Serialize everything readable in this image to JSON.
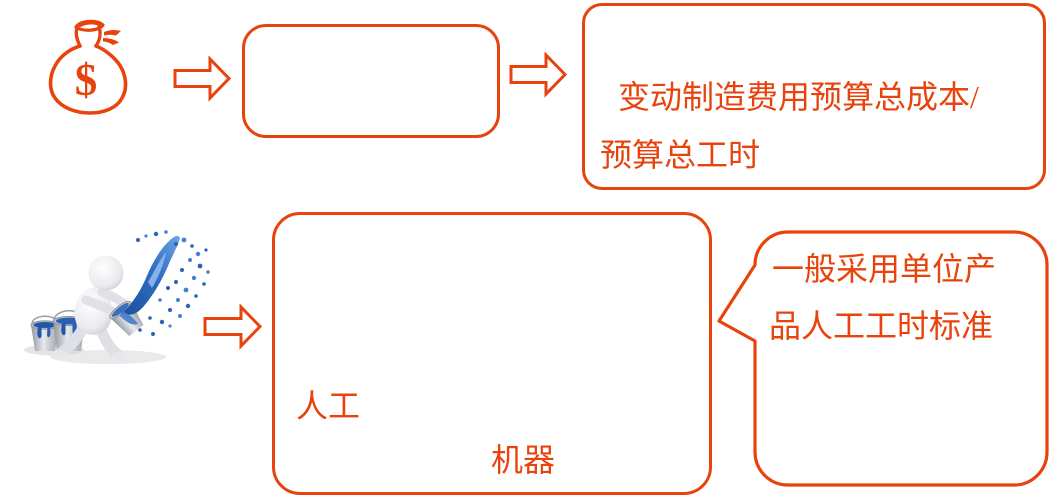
{
  "colors": {
    "accent": "#e8430d",
    "splash_blue": "#2a62b5",
    "figure_gray": "#dfdfe6"
  },
  "top_flow": {
    "money_bag": {
      "icon": "money-bag-icon",
      "dollar": "$"
    },
    "result_box": {
      "line1": "变动制造费用预算总成本/",
      "line2": "预算总工时"
    }
  },
  "bottom_flow": {
    "worker_icon": "worker-paint-splash-icon",
    "hours_box": {
      "label_labor": "人工",
      "label_machine": "机器"
    },
    "callout": {
      "line1": "一般采用单位产",
      "line2": "品人工工时标准"
    }
  }
}
